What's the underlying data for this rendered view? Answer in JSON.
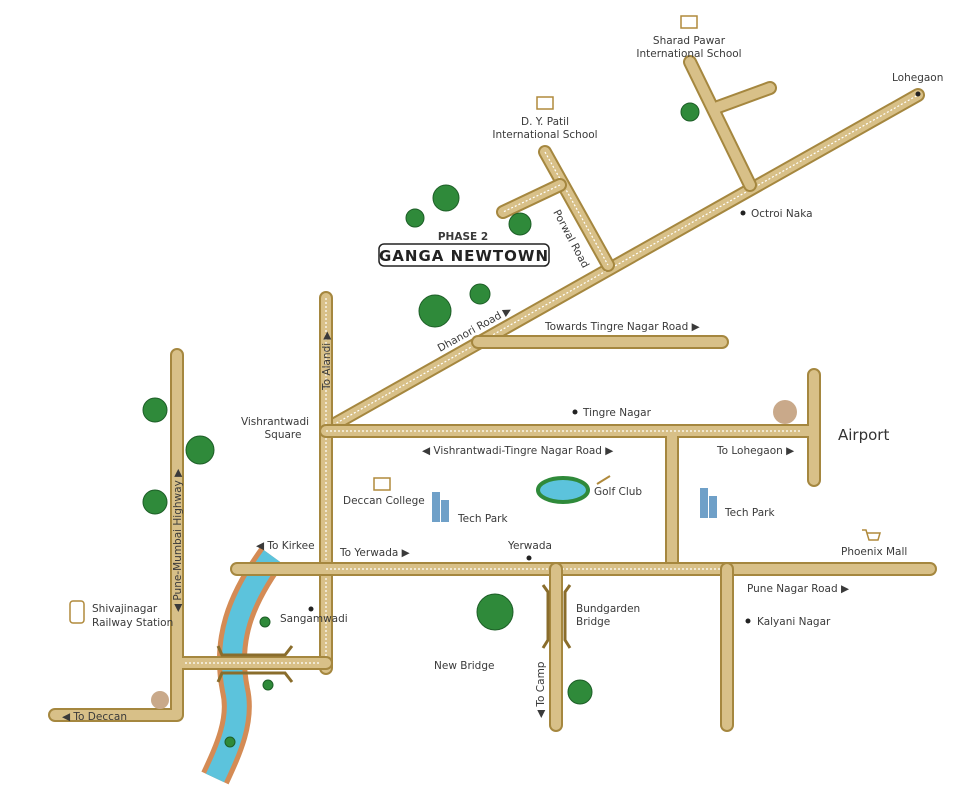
{
  "project": {
    "phase": "PHASE 2",
    "name": "GANGA NEWTOWN"
  },
  "schools": [
    {
      "name_line1": "Sharad Pawar",
      "name_line2": "International School"
    },
    {
      "name_line1": "D. Y. Patil",
      "name_line2": "International School"
    }
  ],
  "roads": {
    "porwal": "Porwal Road",
    "dhanori": "Dhanori Road ▶",
    "tingre_towards": "Towards Tingre Nagar Road ▶",
    "alandi": "To Alandi ▶",
    "vishrantwadi_tingre": "◀ Vishrantwadi-Tingre Nagar Road ▶",
    "to_lohegaon": "To Lohegaon ▶",
    "to_kirkee": "◀ To Kirkee",
    "to_yerwada": "To Yerwada ▶",
    "pune_mumbai": "◀ Pune-Mumbai Highway ▶",
    "to_deccan": "◀ To Deccan",
    "to_camp": "◀ To Camp",
    "pune_nagar": "Pune Nagar Road ▶"
  },
  "places": {
    "lohegaon": "Lohegaon",
    "octroi_naka": "Octroi Naka",
    "tingre_nagar": "Tingre Nagar",
    "airport": "Airport",
    "vishrantwadi_1": "Vishrantwadi",
    "vishrantwadi_2": "Square",
    "deccan_college": "Deccan College",
    "tech_park_1": "Tech Park",
    "tech_park_2": "Tech Park",
    "golf_club": "Golf Club",
    "yerwada": "Yerwada",
    "phoenix_mall": "Phoenix Mall",
    "kalyani_nagar": "Kalyani Nagar",
    "sangamwadi": "Sangamwadi",
    "bundgarden_1": "Bundgarden",
    "bundgarden_2": "Bridge",
    "new_bridge": "New Bridge",
    "shivajinagar_1": "Shivajinagar",
    "shivajinagar_2": "Railway Station"
  },
  "colors": {
    "road": "#d8c088",
    "road_edge": "#a5873f",
    "river": "#5cc3dc",
    "tree": "#2f8a3a"
  }
}
